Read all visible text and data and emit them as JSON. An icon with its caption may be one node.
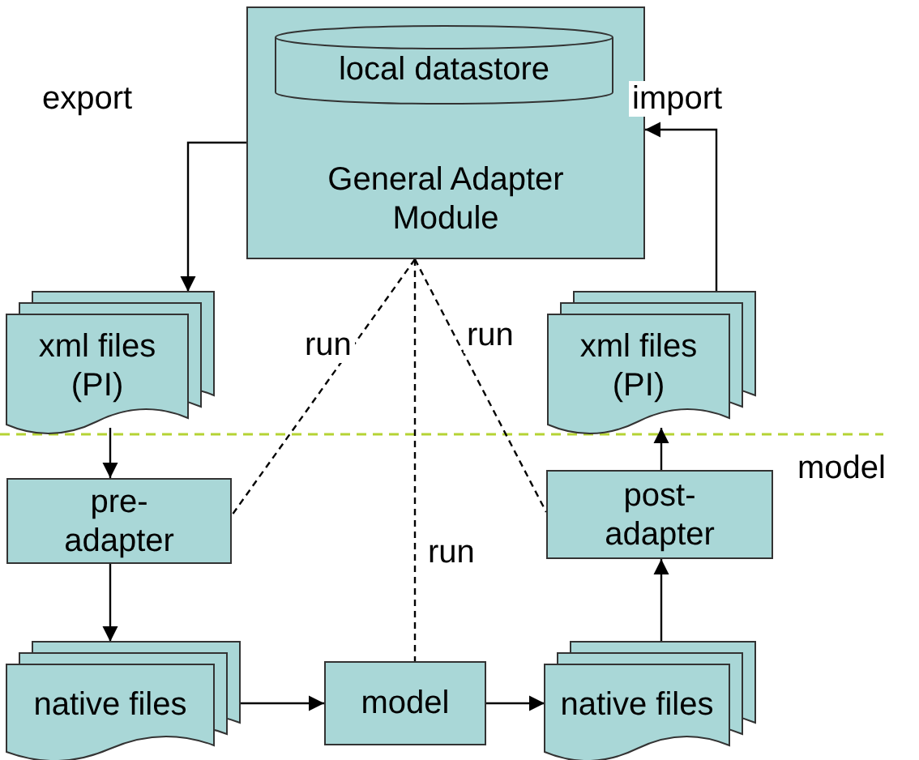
{
  "diagram": {
    "nodes": [
      {
        "text": [
          "General Adapter Module"
        ]
      },
      {
        "text": [
          "local datastore"
        ],
        "in": 0
      },
      {
        "text": [
          "xml files (PI)"
        ]
      },
      {
        "text": [
          "xml files (PI)"
        ]
      },
      {
        "text": [
          "pre-adapter"
        ]
      },
      {
        "text": [
          "post-adapter"
        ]
      },
      {
        "text": [
          "native files"
        ]
      },
      {
        "text": [
          "model"
        ]
      },
      {
        "text": [
          "native files"
        ]
      }
    ],
    "edges": [
      {
        "from": 0,
        "to": 2,
        "arrow": "to",
        "label": "export"
      },
      {
        "from": 3,
        "to": 0,
        "arrow": "to",
        "label": "import"
      },
      {
        "from": 2,
        "to": 4,
        "arrow": "to"
      },
      {
        "from": 4,
        "to": 6,
        "arrow": "to"
      },
      {
        "from": 6,
        "to": 7,
        "arrow": "to"
      },
      {
        "from": 7,
        "to": 8,
        "arrow": "to"
      },
      {
        "from": 8,
        "to": 5,
        "arrow": "to"
      },
      {
        "from": 5,
        "to": 3,
        "arrow": "to"
      },
      {
        "from": 0,
        "to": 4,
        "arrow": "none",
        "style": "dashed",
        "label": "run"
      },
      {
        "from": 0,
        "to": 7,
        "arrow": "none",
        "style": "dashed",
        "label": "run"
      },
      {
        "from": 0,
        "to": 5,
        "arrow": "none",
        "style": "dashed",
        "label": "run"
      }
    ],
    "labels": [
      "model"
    ]
  }
}
